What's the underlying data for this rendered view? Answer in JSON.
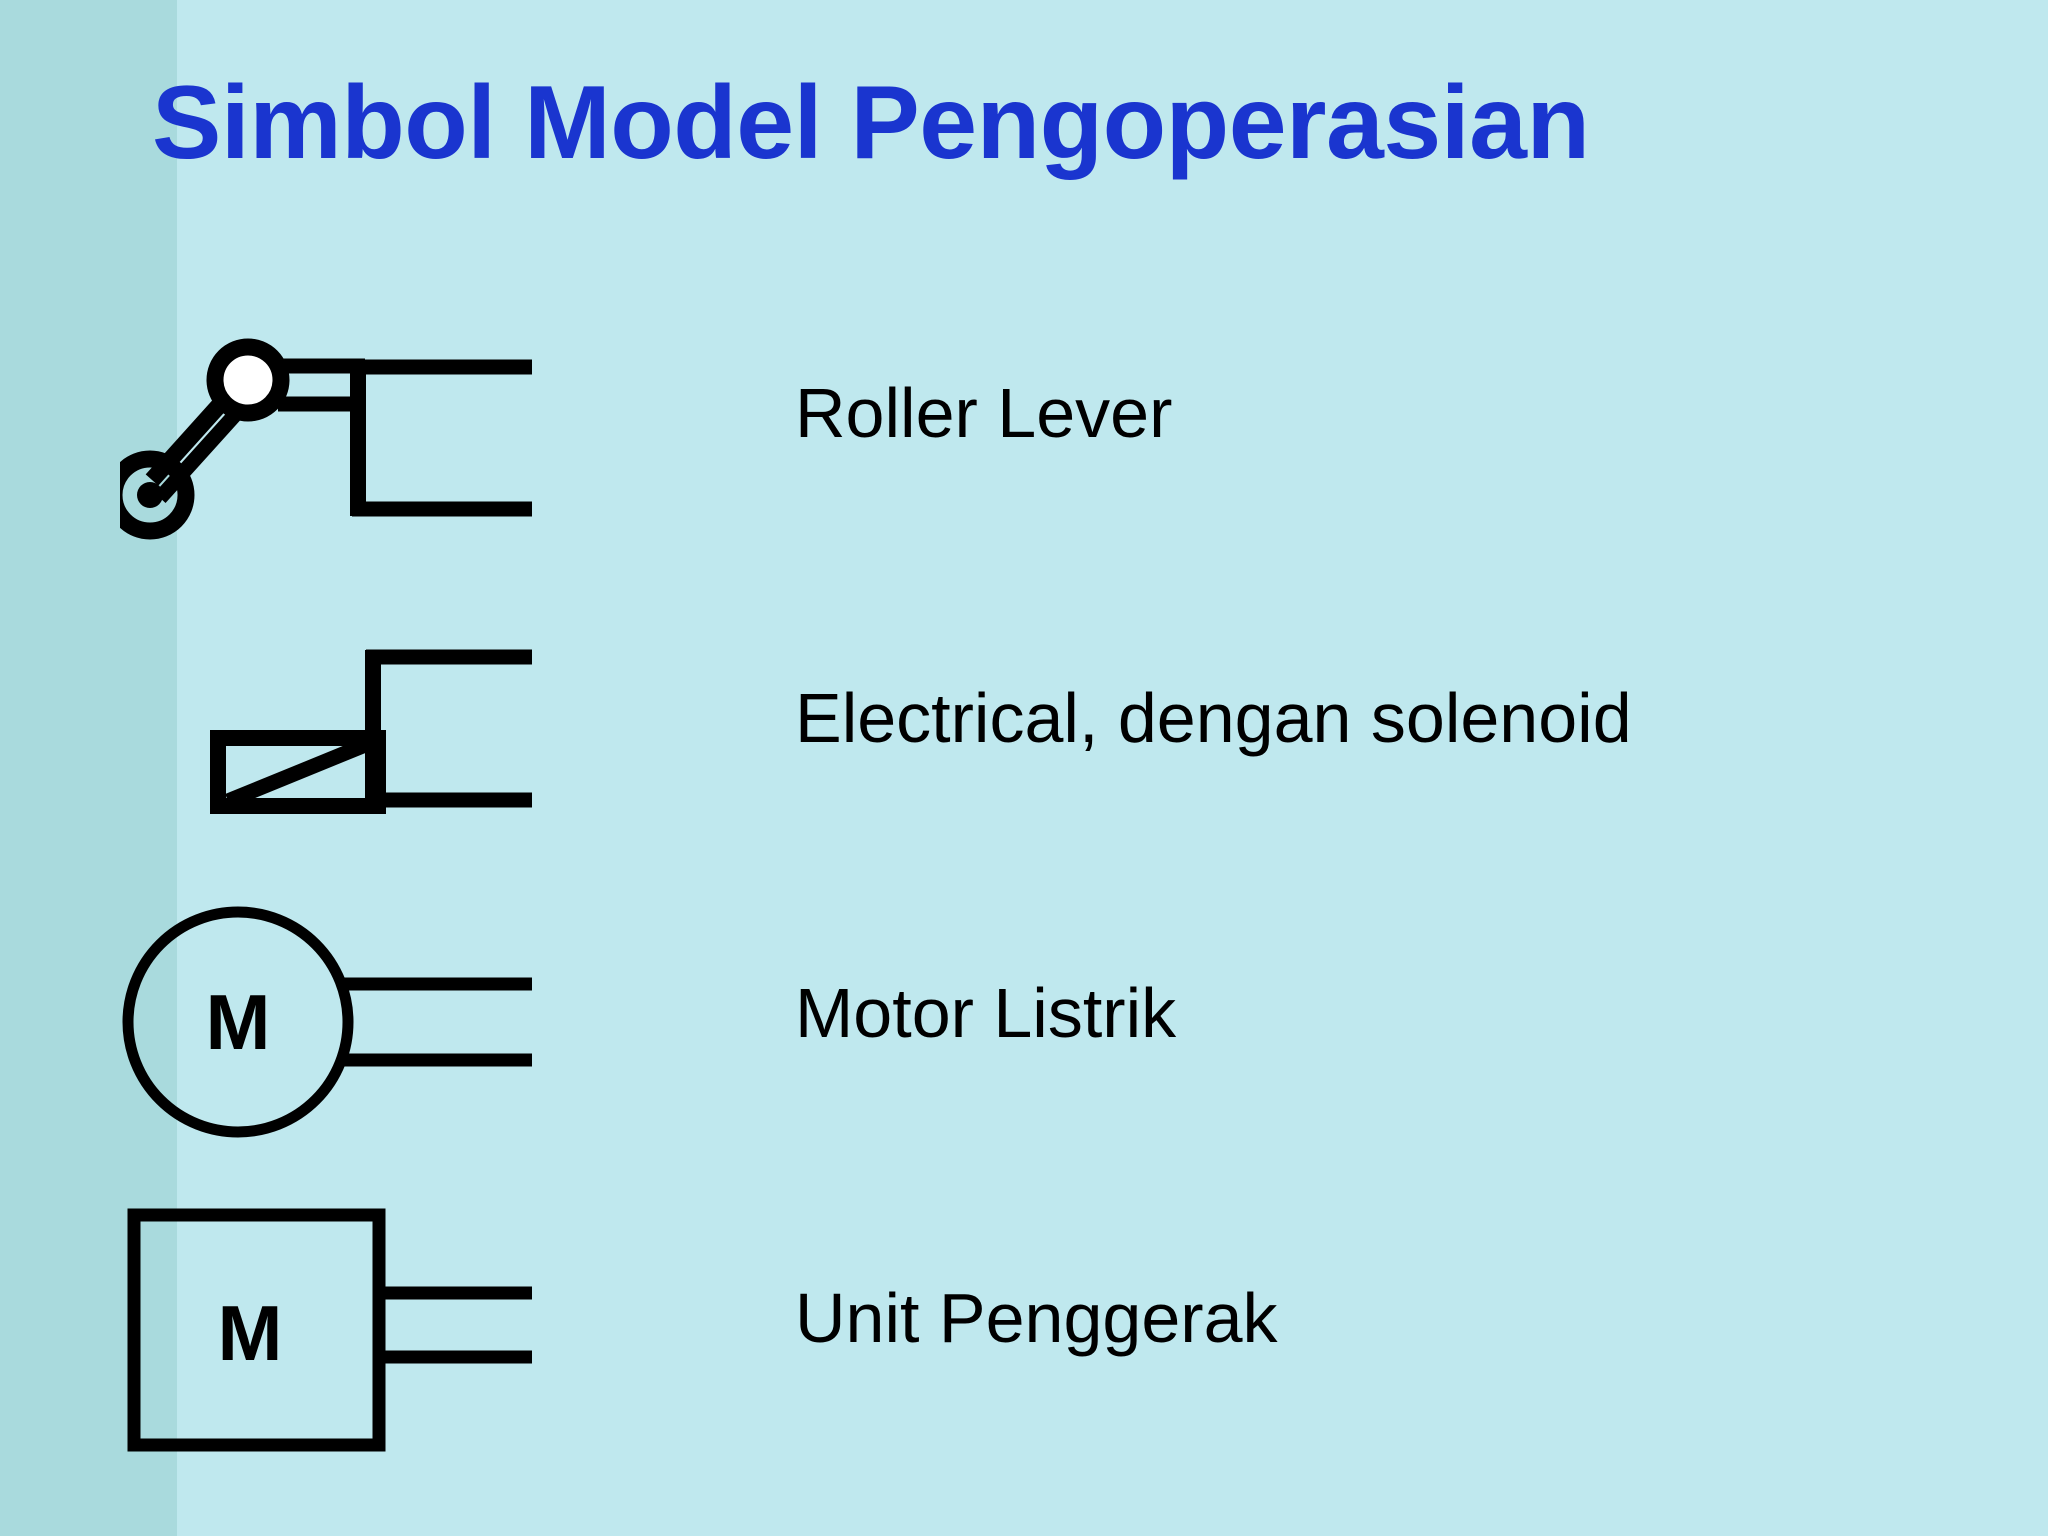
{
  "slide": {
    "title": "Simbol Model Pengoperasian",
    "background_color": "#bfe8ee",
    "band_color": "#a9dadd",
    "title_color": "#1a35cf",
    "line_color": "#000000"
  },
  "symbols": [
    {
      "id": "roller-lever",
      "label": "Roller Lever",
      "icon": "roller-lever-symbol",
      "marking": ""
    },
    {
      "id": "electrical-solenoid",
      "label": "Electrical, dengan solenoid",
      "icon": "solenoid-symbol",
      "marking": ""
    },
    {
      "id": "motor-listrik",
      "label": "Motor Listrik",
      "icon": "electric-motor-circle-symbol",
      "marking": "M"
    },
    {
      "id": "unit-penggerak",
      "label": "Unit Penggerak",
      "icon": "drive-unit-square-symbol",
      "marking": "M"
    }
  ]
}
